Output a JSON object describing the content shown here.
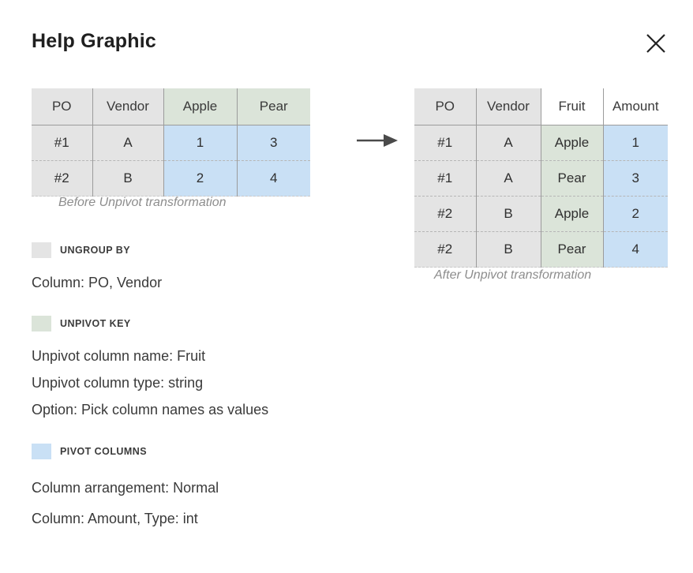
{
  "header": {
    "title": "Help Graphic",
    "close_icon": "close-icon"
  },
  "arrow_icon": "arrow-right-icon",
  "tables": {
    "before": {
      "caption": "Before Unpivot transformation",
      "columns": [
        {
          "label": "PO",
          "tone": "grey"
        },
        {
          "label": "Vendor",
          "tone": "grey"
        },
        {
          "label": "Apple",
          "tone": "green"
        },
        {
          "label": "Pear",
          "tone": "green"
        }
      ],
      "rows": [
        [
          {
            "value": "#1",
            "tone": "grey"
          },
          {
            "value": "A",
            "tone": "grey"
          },
          {
            "value": "1",
            "tone": "blue"
          },
          {
            "value": "3",
            "tone": "blue"
          }
        ],
        [
          {
            "value": "#2",
            "tone": "grey"
          },
          {
            "value": "B",
            "tone": "grey"
          },
          {
            "value": "2",
            "tone": "blue"
          },
          {
            "value": "4",
            "tone": "blue"
          }
        ]
      ]
    },
    "after": {
      "caption": "After Unpivot transformation",
      "columns": [
        {
          "label": "PO",
          "tone": "grey"
        },
        {
          "label": "Vendor",
          "tone": "grey"
        },
        {
          "label": "Fruit",
          "tone": "white"
        },
        {
          "label": "Amount",
          "tone": "white"
        }
      ],
      "rows": [
        [
          {
            "value": "#1",
            "tone": "grey"
          },
          {
            "value": "A",
            "tone": "grey"
          },
          {
            "value": "Apple",
            "tone": "green"
          },
          {
            "value": "1",
            "tone": "blue"
          }
        ],
        [
          {
            "value": "#1",
            "tone": "grey"
          },
          {
            "value": "A",
            "tone": "grey"
          },
          {
            "value": "Pear",
            "tone": "green"
          },
          {
            "value": "3",
            "tone": "blue"
          }
        ],
        [
          {
            "value": "#2",
            "tone": "grey"
          },
          {
            "value": "B",
            "tone": "grey"
          },
          {
            "value": "Apple",
            "tone": "green"
          },
          {
            "value": "2",
            "tone": "blue"
          }
        ],
        [
          {
            "value": "#2",
            "tone": "grey"
          },
          {
            "value": "B",
            "tone": "grey"
          },
          {
            "value": "Pear",
            "tone": "green"
          },
          {
            "value": "4",
            "tone": "blue"
          }
        ]
      ]
    }
  },
  "legend": {
    "sections": [
      {
        "id": "ungroup",
        "label": "UNGROUP BY",
        "swatch_color": "#e4e4e4",
        "lines": [
          "Column: PO, Vendor"
        ]
      },
      {
        "id": "key",
        "label": "UNPIVOT KEY",
        "swatch_color": "#dbe4d9",
        "lines": [
          "Unpivot column name: Fruit",
          "Unpivot column type: string",
          "Option: Pick column names as values"
        ]
      },
      {
        "id": "pivot",
        "label": "PIVOT COLUMNS",
        "swatch_color": "#c9e0f5",
        "lines": [
          "Column arrangement: Normal",
          "Column: Amount, Type: int"
        ]
      }
    ]
  },
  "colors": {
    "grey": "#e4e4e4",
    "green": "#dbe4d9",
    "blue": "#c9e0f5",
    "white": "#ffffff",
    "text": "#303030",
    "caption": "#8d8d8d",
    "border_solid": "#9b9b9b",
    "border_dashed": "#b6b6b6"
  }
}
